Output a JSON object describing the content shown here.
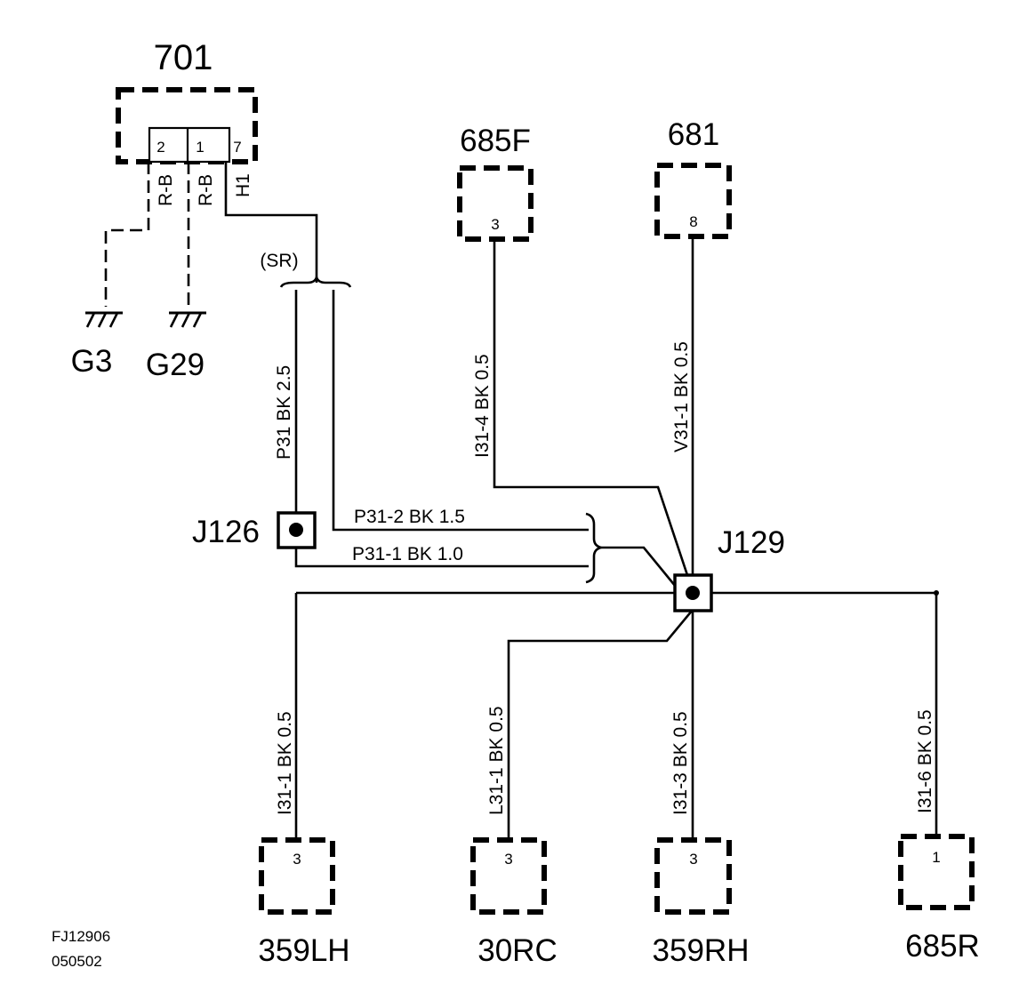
{
  "components": {
    "c701": {
      "name": "701",
      "pins": [
        "2",
        "1",
        "7"
      ]
    },
    "c685F": {
      "name": "685F",
      "pin": "3"
    },
    "c681": {
      "name": "681",
      "pin": "8"
    },
    "c359LH": {
      "name": "359LH",
      "pin": "3"
    },
    "c30RC": {
      "name": "30RC",
      "pin": "3"
    },
    "c359RH": {
      "name": "359RH",
      "pin": "3"
    },
    "c685R": {
      "name": "685R",
      "pin": "1"
    }
  },
  "grounds": {
    "g3": "G3",
    "g29": "G29"
  },
  "splices": {
    "j126": "J126",
    "j129": "J129"
  },
  "wires": {
    "w701_pin2": "R-B",
    "w701_pin1": "R-B",
    "w701_pin7": "H1",
    "shield": "(SR)",
    "p31": "P31  BK  2.5",
    "p31_2": "P31-2   BK   1.5",
    "p31_1": "P31-1   BK   1.0",
    "i31_4": "I31-4  BK  0.5",
    "v31_1": "V31-1  BK  0.5",
    "i31_1": "I31-1  BK  0.5",
    "l31_1": "L31-1  BK  0.5",
    "i31_3": "I31-3  BK  0.5",
    "i31_6": "I31-6  BK  0.5"
  },
  "footer": {
    "figure_id": "FJ12906",
    "date_code": "050502"
  }
}
